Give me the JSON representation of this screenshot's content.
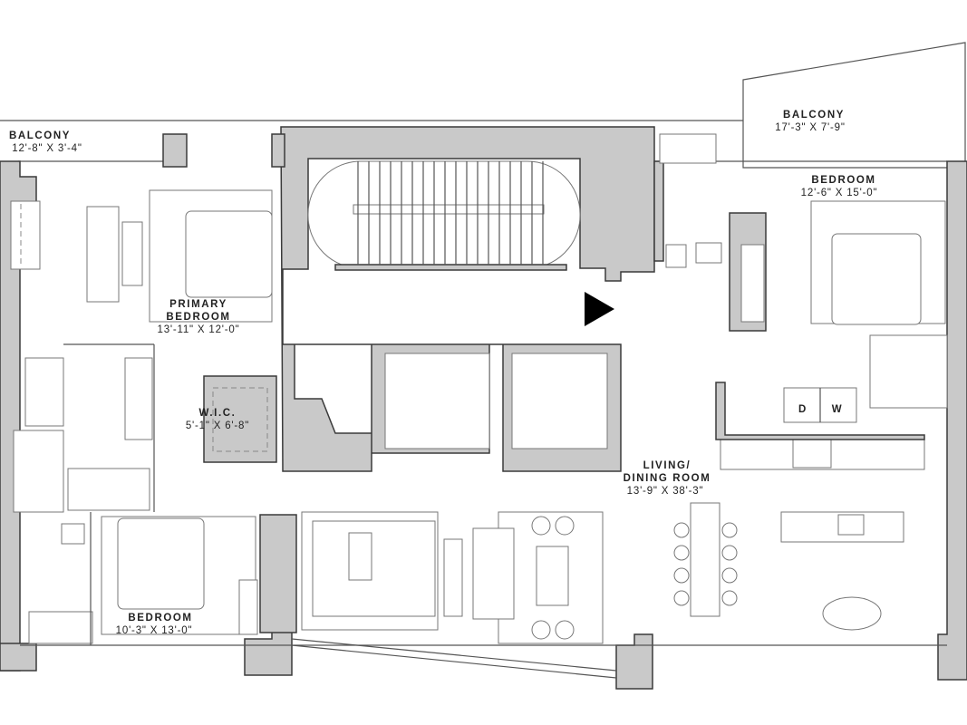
{
  "rooms": {
    "balcony_west": {
      "name": "BALCONY",
      "dims": "12'-8\" X 3'-4\""
    },
    "balcony_east": {
      "name": "BALCONY",
      "dims": "17'-3\" X 7'-9\""
    },
    "bedroom_east": {
      "name": "BEDROOM",
      "dims": "12'-6\" X 15'-0\""
    },
    "primary_bedroom": {
      "name_line1": "PRIMARY",
      "name_line2": "BEDROOM",
      "dims": "13'-11\" X 12'-0\""
    },
    "wic": {
      "name": "W.I.C.",
      "dims": "5'-1\" X 6'-8\""
    },
    "living_dining": {
      "name_line1": "LIVING/",
      "name_line2": "DINING ROOM",
      "dims": "13'-9\" X 38'-3\""
    },
    "bedroom_south": {
      "name": "BEDROOM",
      "dims": "10'-3\" X 13'-0\""
    }
  },
  "appliances": {
    "dryer": "D",
    "washer": "W"
  },
  "icons": {
    "entry": "entry-arrow-icon"
  },
  "colors": {
    "wall": "#c9c9c9",
    "line": "#3a3a3a",
    "background": "#ffffff"
  }
}
